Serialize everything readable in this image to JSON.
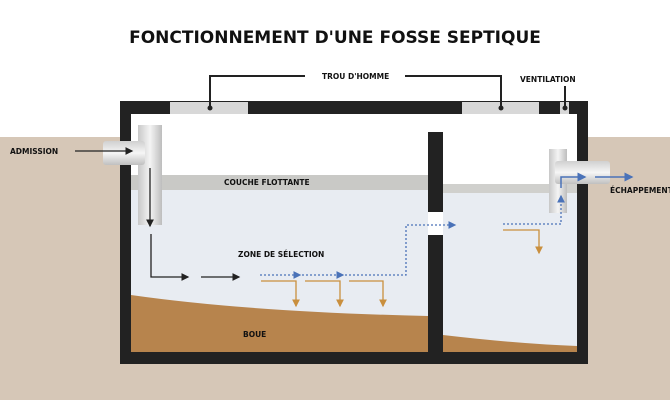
{
  "title": "FONCTIONNEMENT D'UNE FOSSE SEPTIQUE",
  "labels": {
    "manhole": "TROU D'HOMME",
    "ventilation": "VENTILATION",
    "admission": "ADMISSION",
    "floating_layer": "COUCHE FLOTTANTE",
    "exhaust": "ÉCHAPPEMENT",
    "settling_zone": "ZONE DE SÉLECTION",
    "sludge": "BOUE"
  },
  "colors": {
    "ground": "#d6c7b7",
    "tank": "#222222",
    "water": "#e8ecf2",
    "scum": "#c9c9c6",
    "sludge": "#b7844d",
    "flow_blue": "#4a72b8",
    "settle_orange": "#c98f3e"
  }
}
